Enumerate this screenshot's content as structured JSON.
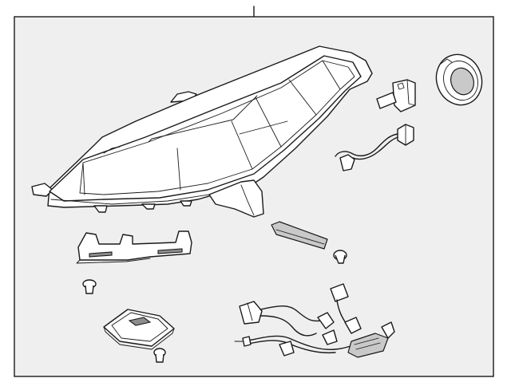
{
  "diagram": {
    "background": "#ffffff",
    "panel_fill": "#efefef",
    "line_color": "#1a1a1a",
    "parts": [
      "headlamp-assembly",
      "bulb-socket",
      "dust-cover",
      "pigtail-connector",
      "mounting-bracket",
      "trim-strip",
      "push-clip",
      "bracket-screw",
      "ballast-control-module",
      "module-screw",
      "wiring-harness"
    ]
  }
}
